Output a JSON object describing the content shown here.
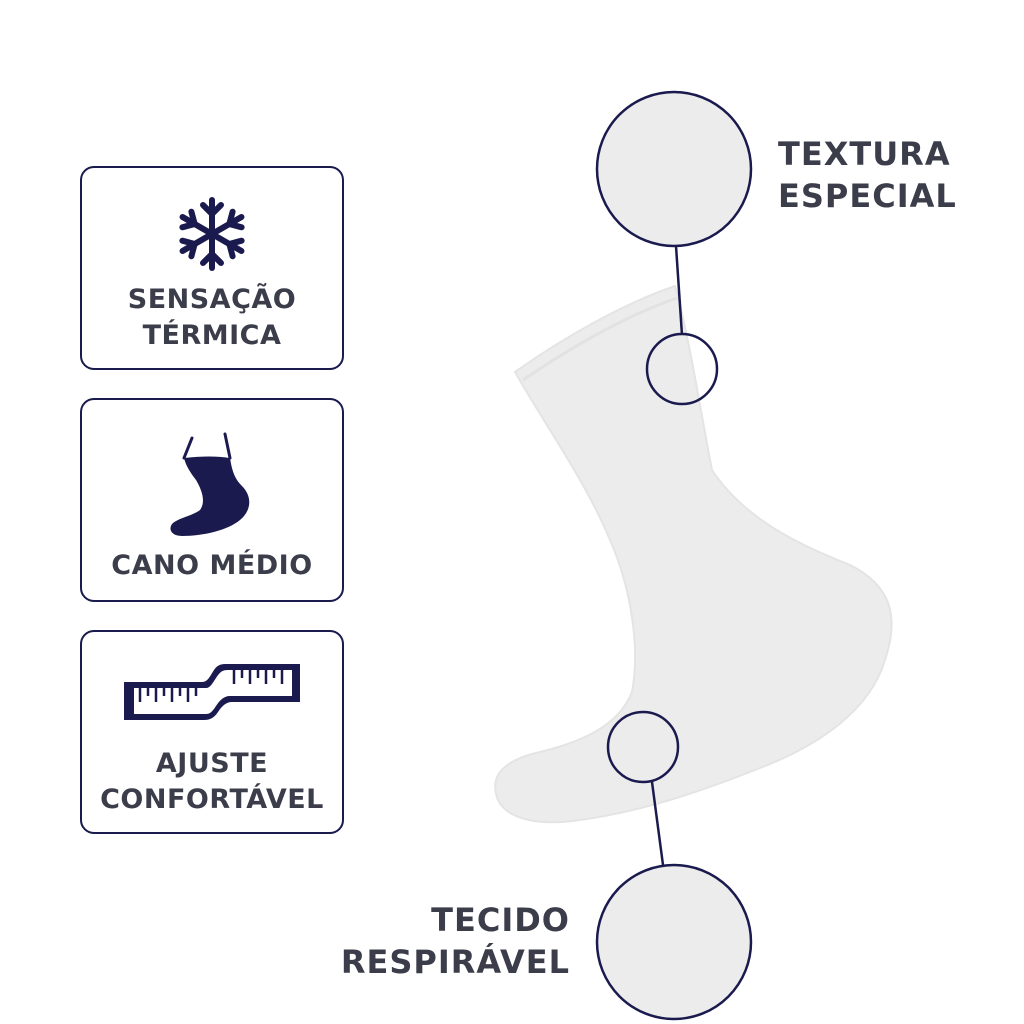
{
  "colors": {
    "navy": "#1a1a4e",
    "text": "#3b3e4a",
    "sock": "#ececec",
    "sock_shadow": "#e2e2e2",
    "background": "#ffffff"
  },
  "features": [
    {
      "icon": "snowflake-icon",
      "label_lines": [
        "SENSAÇÃO",
        "TÉRMICA"
      ]
    },
    {
      "icon": "sock-icon",
      "label_lines": [
        "CANO MÉDIO"
      ]
    },
    {
      "icon": "measuring-tape-icon",
      "label_lines": [
        "AJUSTE",
        "CONFORTÁVEL"
      ]
    }
  ],
  "callouts": {
    "top": {
      "lines": [
        "TEXTURA",
        "ESPECIAL"
      ]
    },
    "bottom": {
      "lines": [
        "TECIDO",
        "RESPIRÁVEL"
      ]
    }
  }
}
